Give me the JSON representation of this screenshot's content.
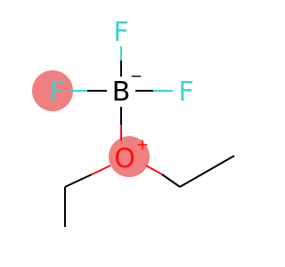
{
  "molecule": {
    "atoms": {
      "f_top": {
        "symbol": "F",
        "color": "#3fd0d0"
      },
      "f_left": {
        "symbol": "F",
        "color": "#3fd0d0"
      },
      "f_right": {
        "symbol": "F",
        "color": "#3fd0d0"
      },
      "boron": {
        "symbol": "B",
        "charge": "−",
        "color": "#000000"
      },
      "oxygen": {
        "symbol": "O",
        "charge": "+",
        "color": "#ff0d0d"
      }
    },
    "highlight_color": "#f08080",
    "bond_color": "#000000"
  }
}
